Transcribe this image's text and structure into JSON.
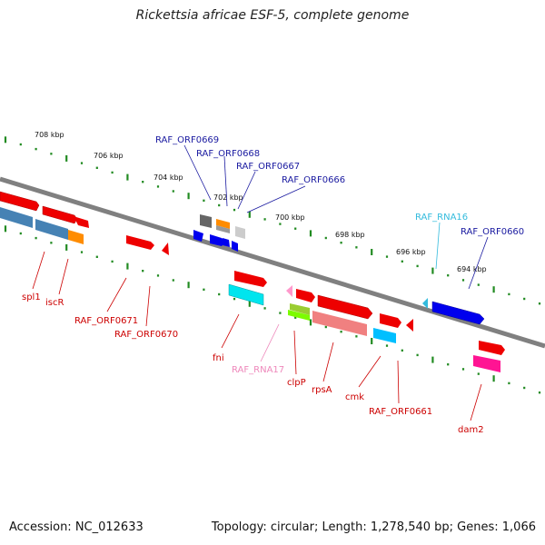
{
  "title": "Rickettsia africae ESF-5, complete genome",
  "footer": {
    "accession": "Accession: NC_012633",
    "summary": "Topology: circular; Length: 1,278,540 bp; Genes: 1,066"
  },
  "colors": {
    "backbone": "#808080",
    "tick": "#228b22",
    "forward_label": "#1a1aa0",
    "reverse_label": "#cc0000",
    "rna_label_cyan": "#33bbdd",
    "rna_label_pink": "#ee88bb"
  },
  "ruler_labels": [
    "708 kbp",
    "706 kbp",
    "704 kbp",
    "702 kbp",
    "700 kbp",
    "698 kbp",
    "696 kbp",
    "694 kbp"
  ],
  "forward_gene_labels": [
    "RAF_ORF0669",
    "RAF_ORF0668",
    "RAF_ORF0667",
    "RAF_ORF0666",
    "RAF_RNA16",
    "RAF_ORF0660"
  ],
  "reverse_gene_labels": [
    "spl1",
    "iscR",
    "RAF_ORF0671",
    "RAF_ORF0670",
    "fni",
    "RAF_RNA17",
    "clpP",
    "rpsA",
    "cmk",
    "RAF_ORF0661",
    "dam2"
  ]
}
